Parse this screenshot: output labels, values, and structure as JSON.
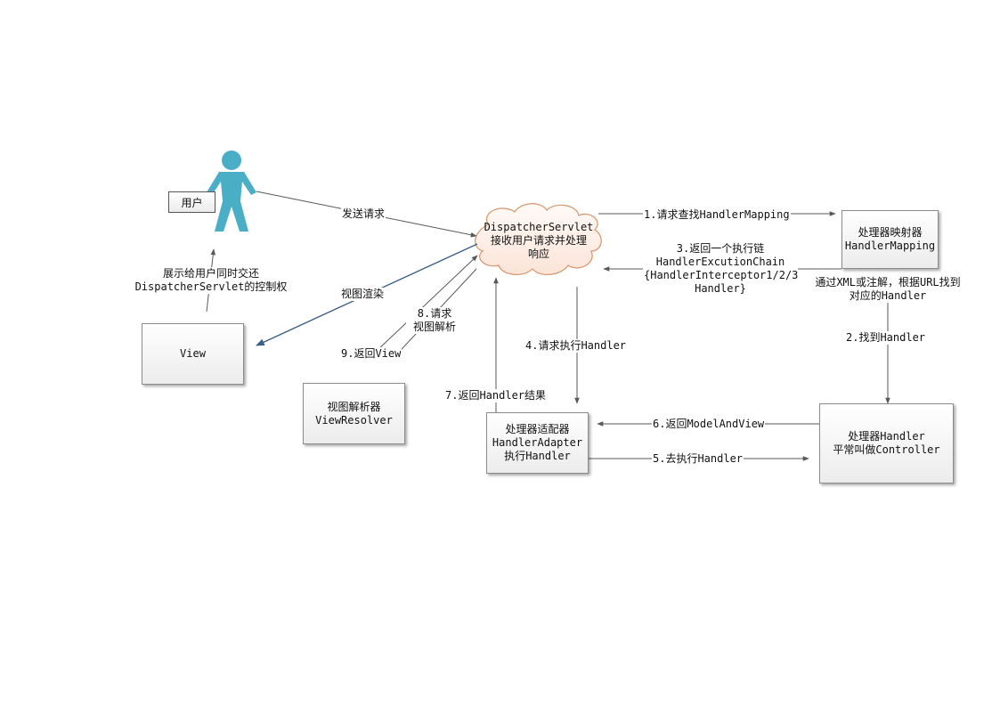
{
  "user": {
    "label": "用户"
  },
  "cloud": {
    "lines": [
      "DispatcherServlet",
      "接收用户请求并处理",
      "响应"
    ]
  },
  "boxes": {
    "handler_mapping": [
      "处理器映射器",
      "HandlerMapping"
    ],
    "handler_adapter": [
      "处理器适配器",
      "HandlerAdapter",
      "执行Handler"
    ],
    "handler": [
      "处理器Handler",
      "平常叫做Controller"
    ],
    "view_resolver": [
      "视图解析器",
      "ViewResolver"
    ],
    "view": [
      "View"
    ]
  },
  "labels": {
    "send_request": "发送请求",
    "step1": "1.请求查找HandlerMapping",
    "step3": [
      "3.返回一个执行链",
      "HandlerExcutionChain",
      "{HandlerInterceptor1/2/3",
      "Handler}"
    ],
    "find_by_xml": [
      "通过XML或注解，根据URL找到",
      "对应的Handler"
    ],
    "step2": "2.找到Handler",
    "step4": "4.请求执行Handler",
    "step5": "5.去执行Handler",
    "step6": "6.返回ModelAndView",
    "step7": "7.返回Handler结果",
    "step8": [
      "8.请求",
      "视图解析"
    ],
    "step9": "9.返回View",
    "render": "视图渲染",
    "display": [
      "展示给用户同时交还",
      "DispatcherServlet的控制权"
    ]
  },
  "colors": {
    "person": "#4aaec6",
    "arrow": "#595959",
    "render_arrow": "#3b5f86",
    "cloud_stroke": "#d7956a",
    "cloud_fill": "#fdf1eb"
  }
}
